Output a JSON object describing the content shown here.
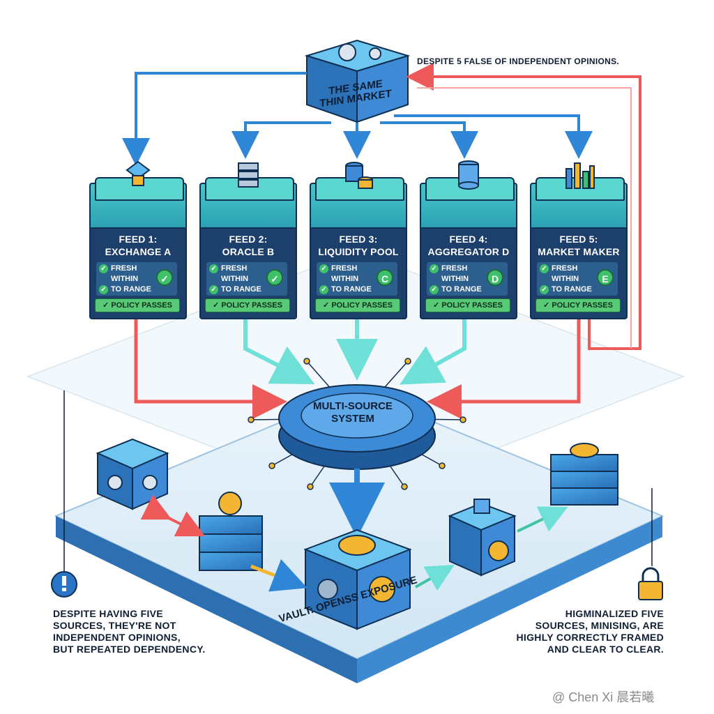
{
  "top_node": {
    "label_line1": "THE SAME",
    "label_line2": "THIN MARKET",
    "note": "DESPITE 5 FALSE OF INDEPENDENT OPINIONS."
  },
  "feeds": [
    {
      "title_line1": "FEED 1:",
      "title_line2": "EXCHANGE A",
      "check1": "FRESH",
      "check2": "WITHIN",
      "check3": "TO RANGE",
      "badge": "✓",
      "policy": "✓ POLICY PASSES",
      "icon": "token-icon"
    },
    {
      "title_line1": "FEED 2:",
      "title_line2": "ORACLE B",
      "check1": "FRESH",
      "check2": "WITHIN",
      "check3": "TO RANGE",
      "badge": "✓",
      "policy": "✓ POLICY PASSES",
      "icon": "server-icon"
    },
    {
      "title_line1": "FEED 3:",
      "title_line2": "LIQUIDITY POOL",
      "check1": "FRESH",
      "check2": "WITHIN",
      "check3": "TO RANGE",
      "badge": "C",
      "policy": "✓ POLICY PASSES",
      "icon": "coin-stack-icon"
    },
    {
      "title_line1": "FEED 4:",
      "title_line2": "AGGREGATOR D",
      "check1": "FRESH",
      "check2": "WITHIN",
      "check3": "TO RANGE",
      "badge": "D",
      "policy": "✓ POLICY PASSES",
      "icon": "database-icon"
    },
    {
      "title_line1": "FEED 5:",
      "title_line2": "MARKET MAKER",
      "check1": "FRESH",
      "check2": "WITHIN",
      "check3": "TO RANGE",
      "badge": "E",
      "policy": "✓ POLICY PASSES",
      "icon": "bar-chart-icon"
    }
  ],
  "hub": {
    "label_line1": "MULTI-SOURCE",
    "label_line2": "SYSTEM"
  },
  "vault": {
    "label": "VAULT: OPENSS EXPOSURE"
  },
  "notes": {
    "left": [
      "DESPITE HAVING FIVE",
      "SOURCES, THEY'RE NOT",
      "INDEPENDENT OPINIONS,",
      "BUT REPEATED DEPENDENCY."
    ],
    "right": [
      "HIGMINALIZED FIVE",
      "SOURCES, MINISING, ARE",
      "HIGHLY CORRECTLY FRAMED",
      "AND  CLEAR TO CLEAR."
    ]
  },
  "watermark": "@ Chen Xi 晨若曦",
  "colors": {
    "navy": "#1d3f6b",
    "teal": "#49c5c8",
    "red_arrow": "#ee5a5a",
    "cyan_arrow": "#6fe0d8",
    "blue_arrow": "#2f86d6",
    "green_check": "#3fc06a",
    "gold": "#f2b632"
  }
}
